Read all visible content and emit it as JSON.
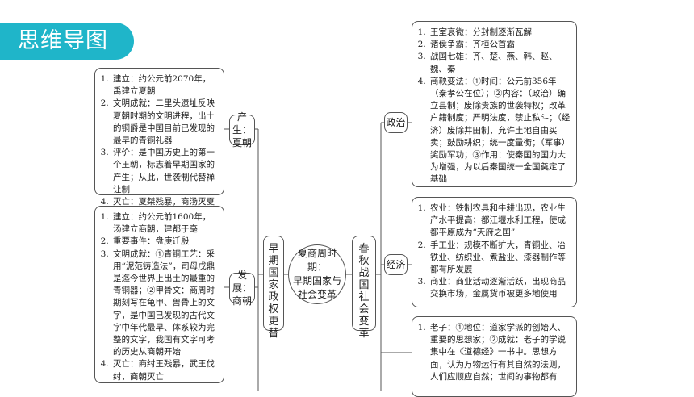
{
  "header": {
    "title": "思维导图"
  },
  "center": {
    "lines": [
      "夏商周时期：",
      "早期国家与",
      "社会变革"
    ]
  },
  "left_branch": {
    "title": "早期国家政权更替"
  },
  "right_branch": {
    "title": "春秋战国社会变革"
  },
  "nodes": {
    "xia": {
      "label_line1": "产生：",
      "label_line2": "夏朝",
      "items": [
        "建立：约公元前2070年，禹建立夏朝",
        "文明成就：二里头遗址反映夏朝时期的文明进程，出土的铜爵是中国目前已发现的最早的青铜礼器",
        "评价：是中国历史上的第一个王朝，标志着早期国家的产生；从此，世袭制代替禅让制",
        "灭亡：夏桀残暴，商汤灭夏"
      ]
    },
    "shang": {
      "label_line1": "发展：",
      "label_line2": "商朝",
      "items": [
        "建立：约公元前1600年，汤建立商朝，建都于亳",
        "重要事件：盘庚迁殷",
        "文明成就：①青铜工艺：采用“泥范铸造法”，司母戊鼎是迄今世界上出土的最重的青铜器；②甲骨文：商周时期刻写在龟甲、兽骨上的文字，是中国已发现的古代文字中年代最早、体系较为完整的文字，我国有文字可考的历史从商朝开始",
        "灭亡：商纣王残暴，武王伐纣，商朝灭亡"
      ]
    },
    "politics": {
      "label": "政治",
      "items": [
        "王室衰微：分封制逐渐瓦解",
        "诸侯争霸：齐桓公首霸",
        "战国七雄：齐、楚、燕、韩、赵、魏、秦",
        "商鞅变法：①时间：公元前356年（秦孝公在位）；②内容：（政治）确立县制；废除贵族的世袭特权；改革户籍制度；严明法度，禁止私斗；（经济）废除井田制，允许土地自由买卖；鼓励耕织；统一度量衡；（军事）奖励军功；③作用：使秦国的国力大为增强，为以后秦国统一全国奠定了基础"
      ]
    },
    "economy": {
      "label": "经济",
      "items": [
        "农业：铁制农具和牛耕出现，农业生产水平提高；都江堰水利工程，使成都平原成为“天府之国”",
        "手工业：规模不断扩大，青铜业、冶铁业、纺织业、煮盐业、漆器制作等都有所发展",
        "商业：商业活动逐渐活跃，出现商品交换市场，金属货币被更多地使用"
      ]
    },
    "culture": {
      "items": [
        "老子：①地位：道家学派的创始人、重要的思想家；②成就：老子的学说集中在《道德经》一书中。思想方面，认为万物运行有其自然的法则，人们应顺应自然；世间的事物都有"
      ]
    }
  },
  "colors": {
    "header_bg": "#1fb5c9",
    "line": "#555555"
  }
}
